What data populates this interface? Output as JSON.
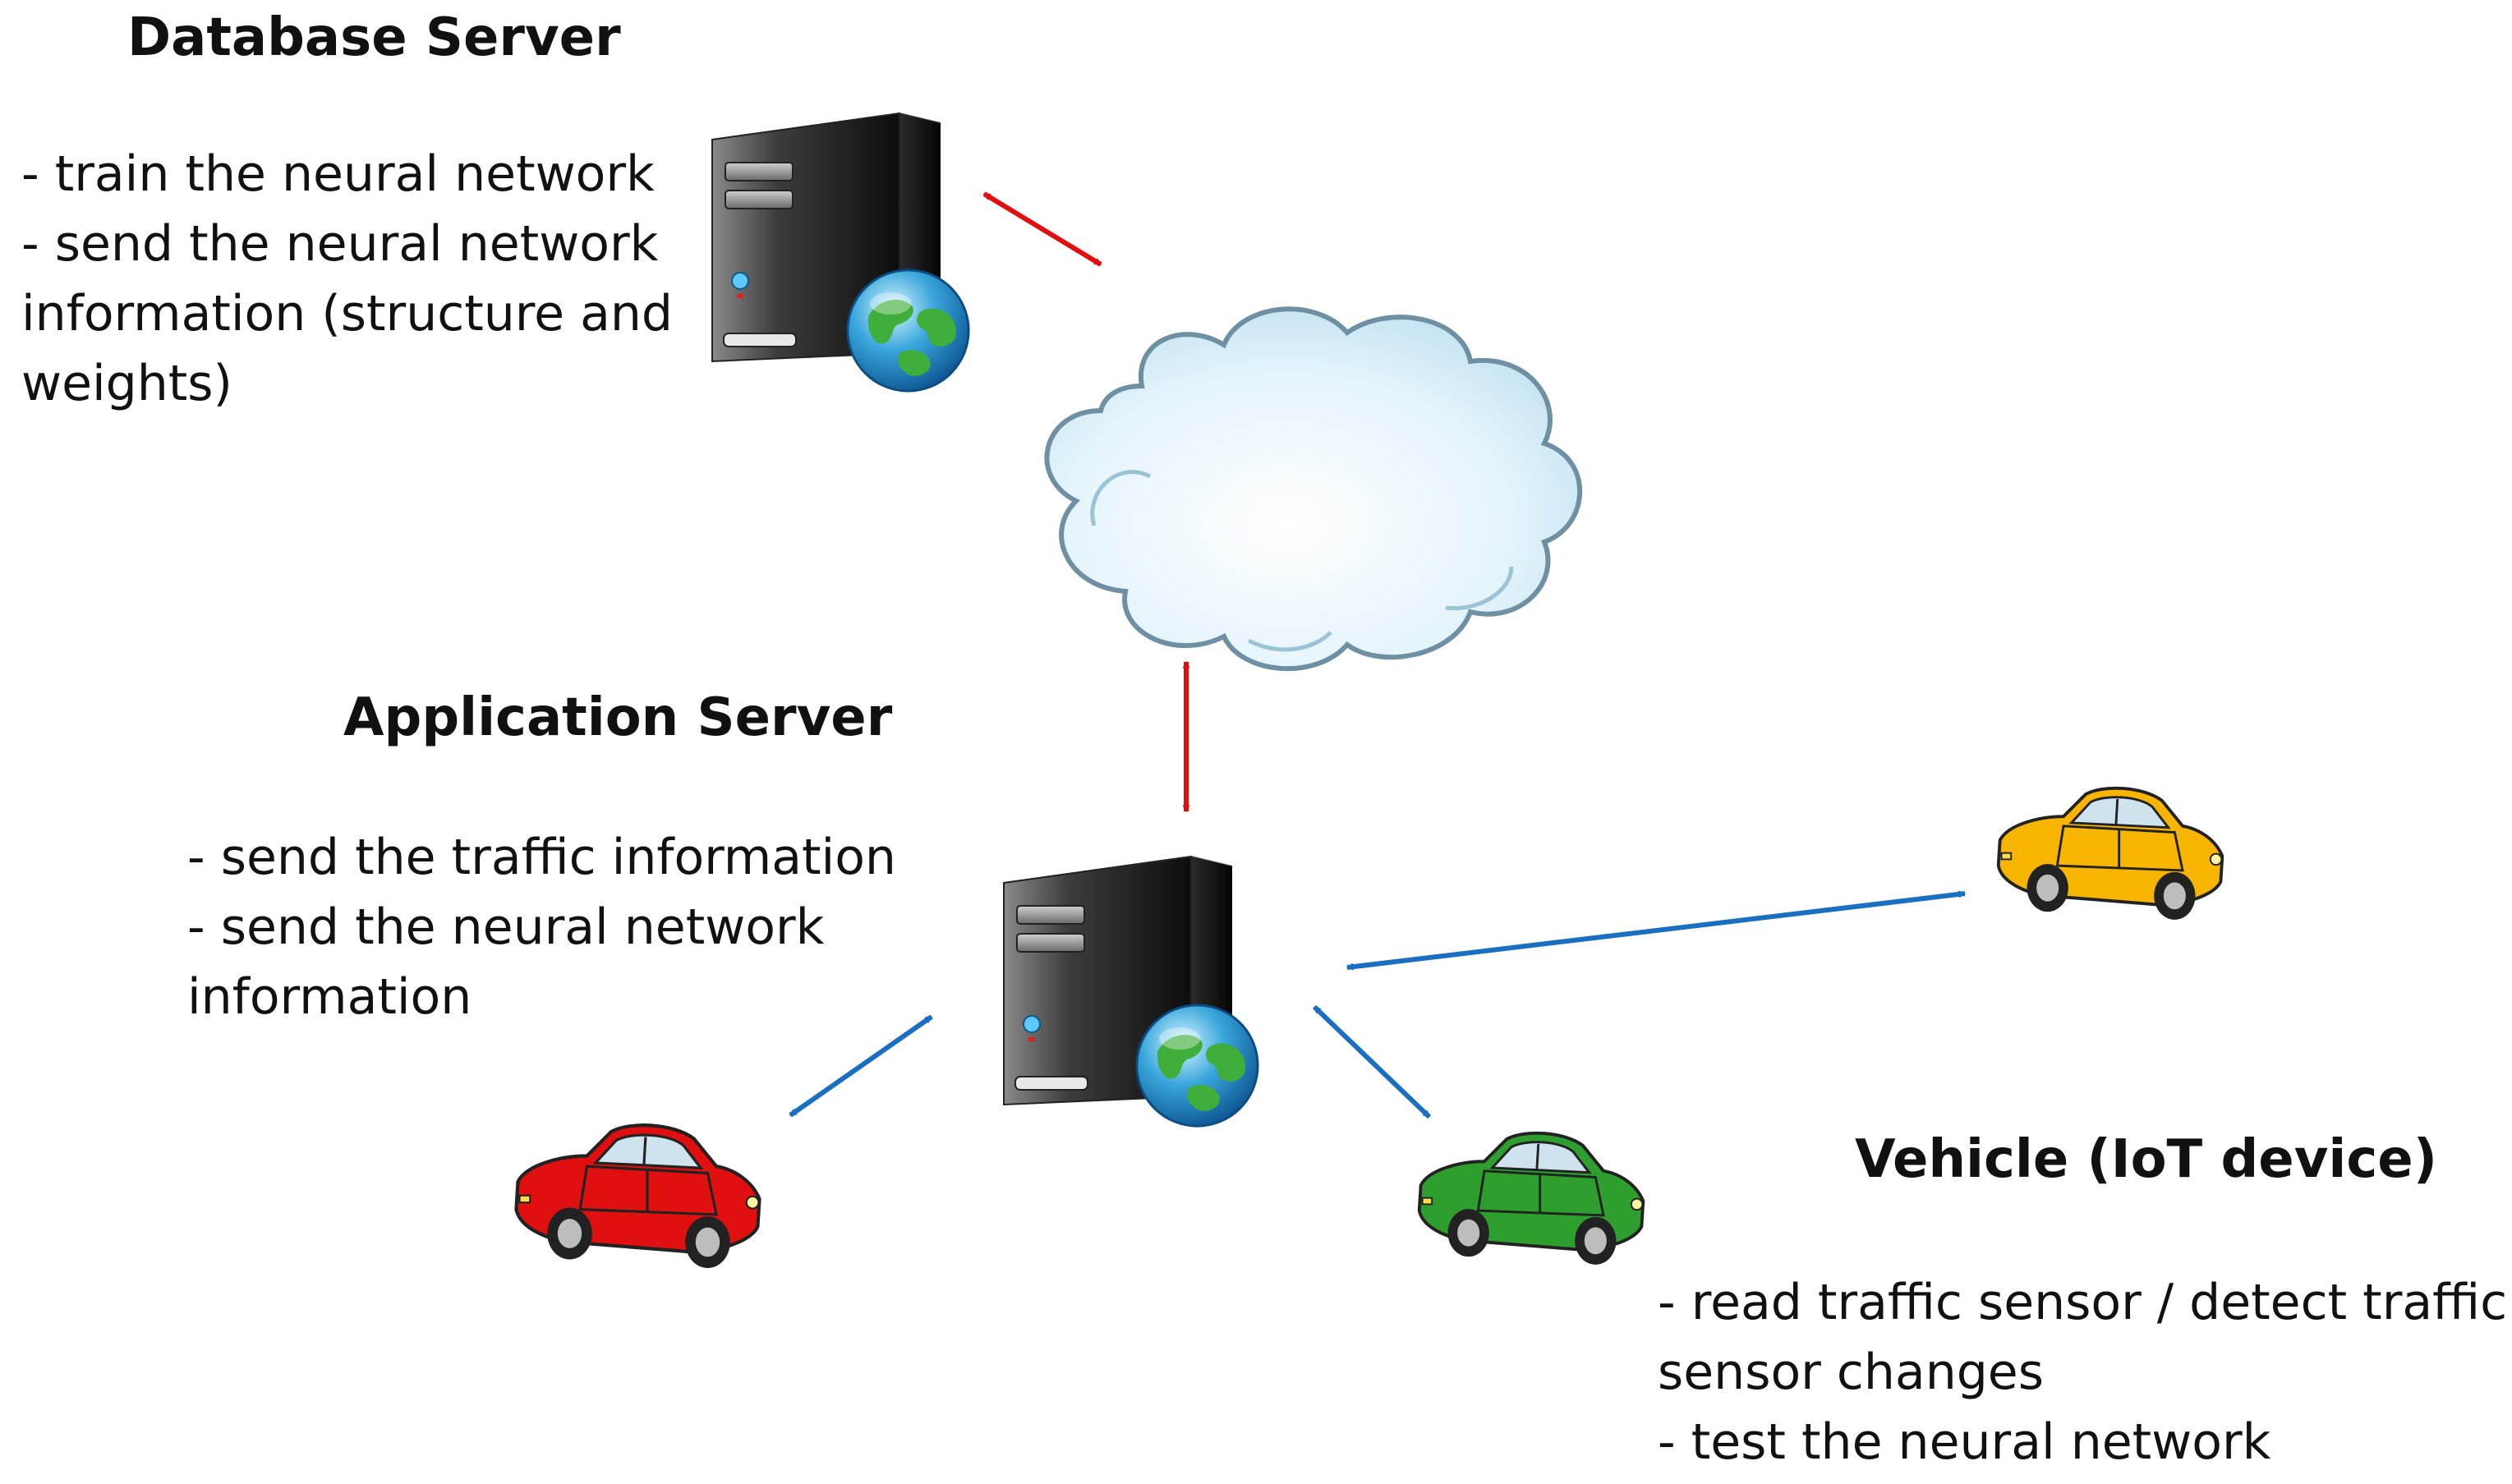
{
  "database_server": {
    "title": "Database Server",
    "lines": [
      "- train the neural network",
      "- send the neural network",
      "information (structure and",
      "weights)"
    ]
  },
  "application_server": {
    "title": "Application Server",
    "lines": [
      "- send the traffic information",
      "- send the neural network",
      "information"
    ]
  },
  "vehicle": {
    "title": "Vehicle (IoT device)",
    "lines": [
      "- read traffic sensor / detect traffic",
      "sensor changes",
      "- test the neural network"
    ]
  },
  "icons": {
    "database_server": "server-tower-with-globe-icon",
    "application_server": "server-tower-with-globe-icon",
    "network": "cloud-icon",
    "vehicles": [
      "red-car-icon",
      "green-car-icon",
      "yellow-car-icon"
    ]
  },
  "colors": {
    "server_link": "#e01010",
    "vehicle_link": "#1a6fc0",
    "cloud_fill": "#d6eef8",
    "cloud_edge": "#6f8fa3",
    "car_red": "#e01010",
    "car_green": "#2e9e2e",
    "car_yellow": "#f7b500"
  }
}
